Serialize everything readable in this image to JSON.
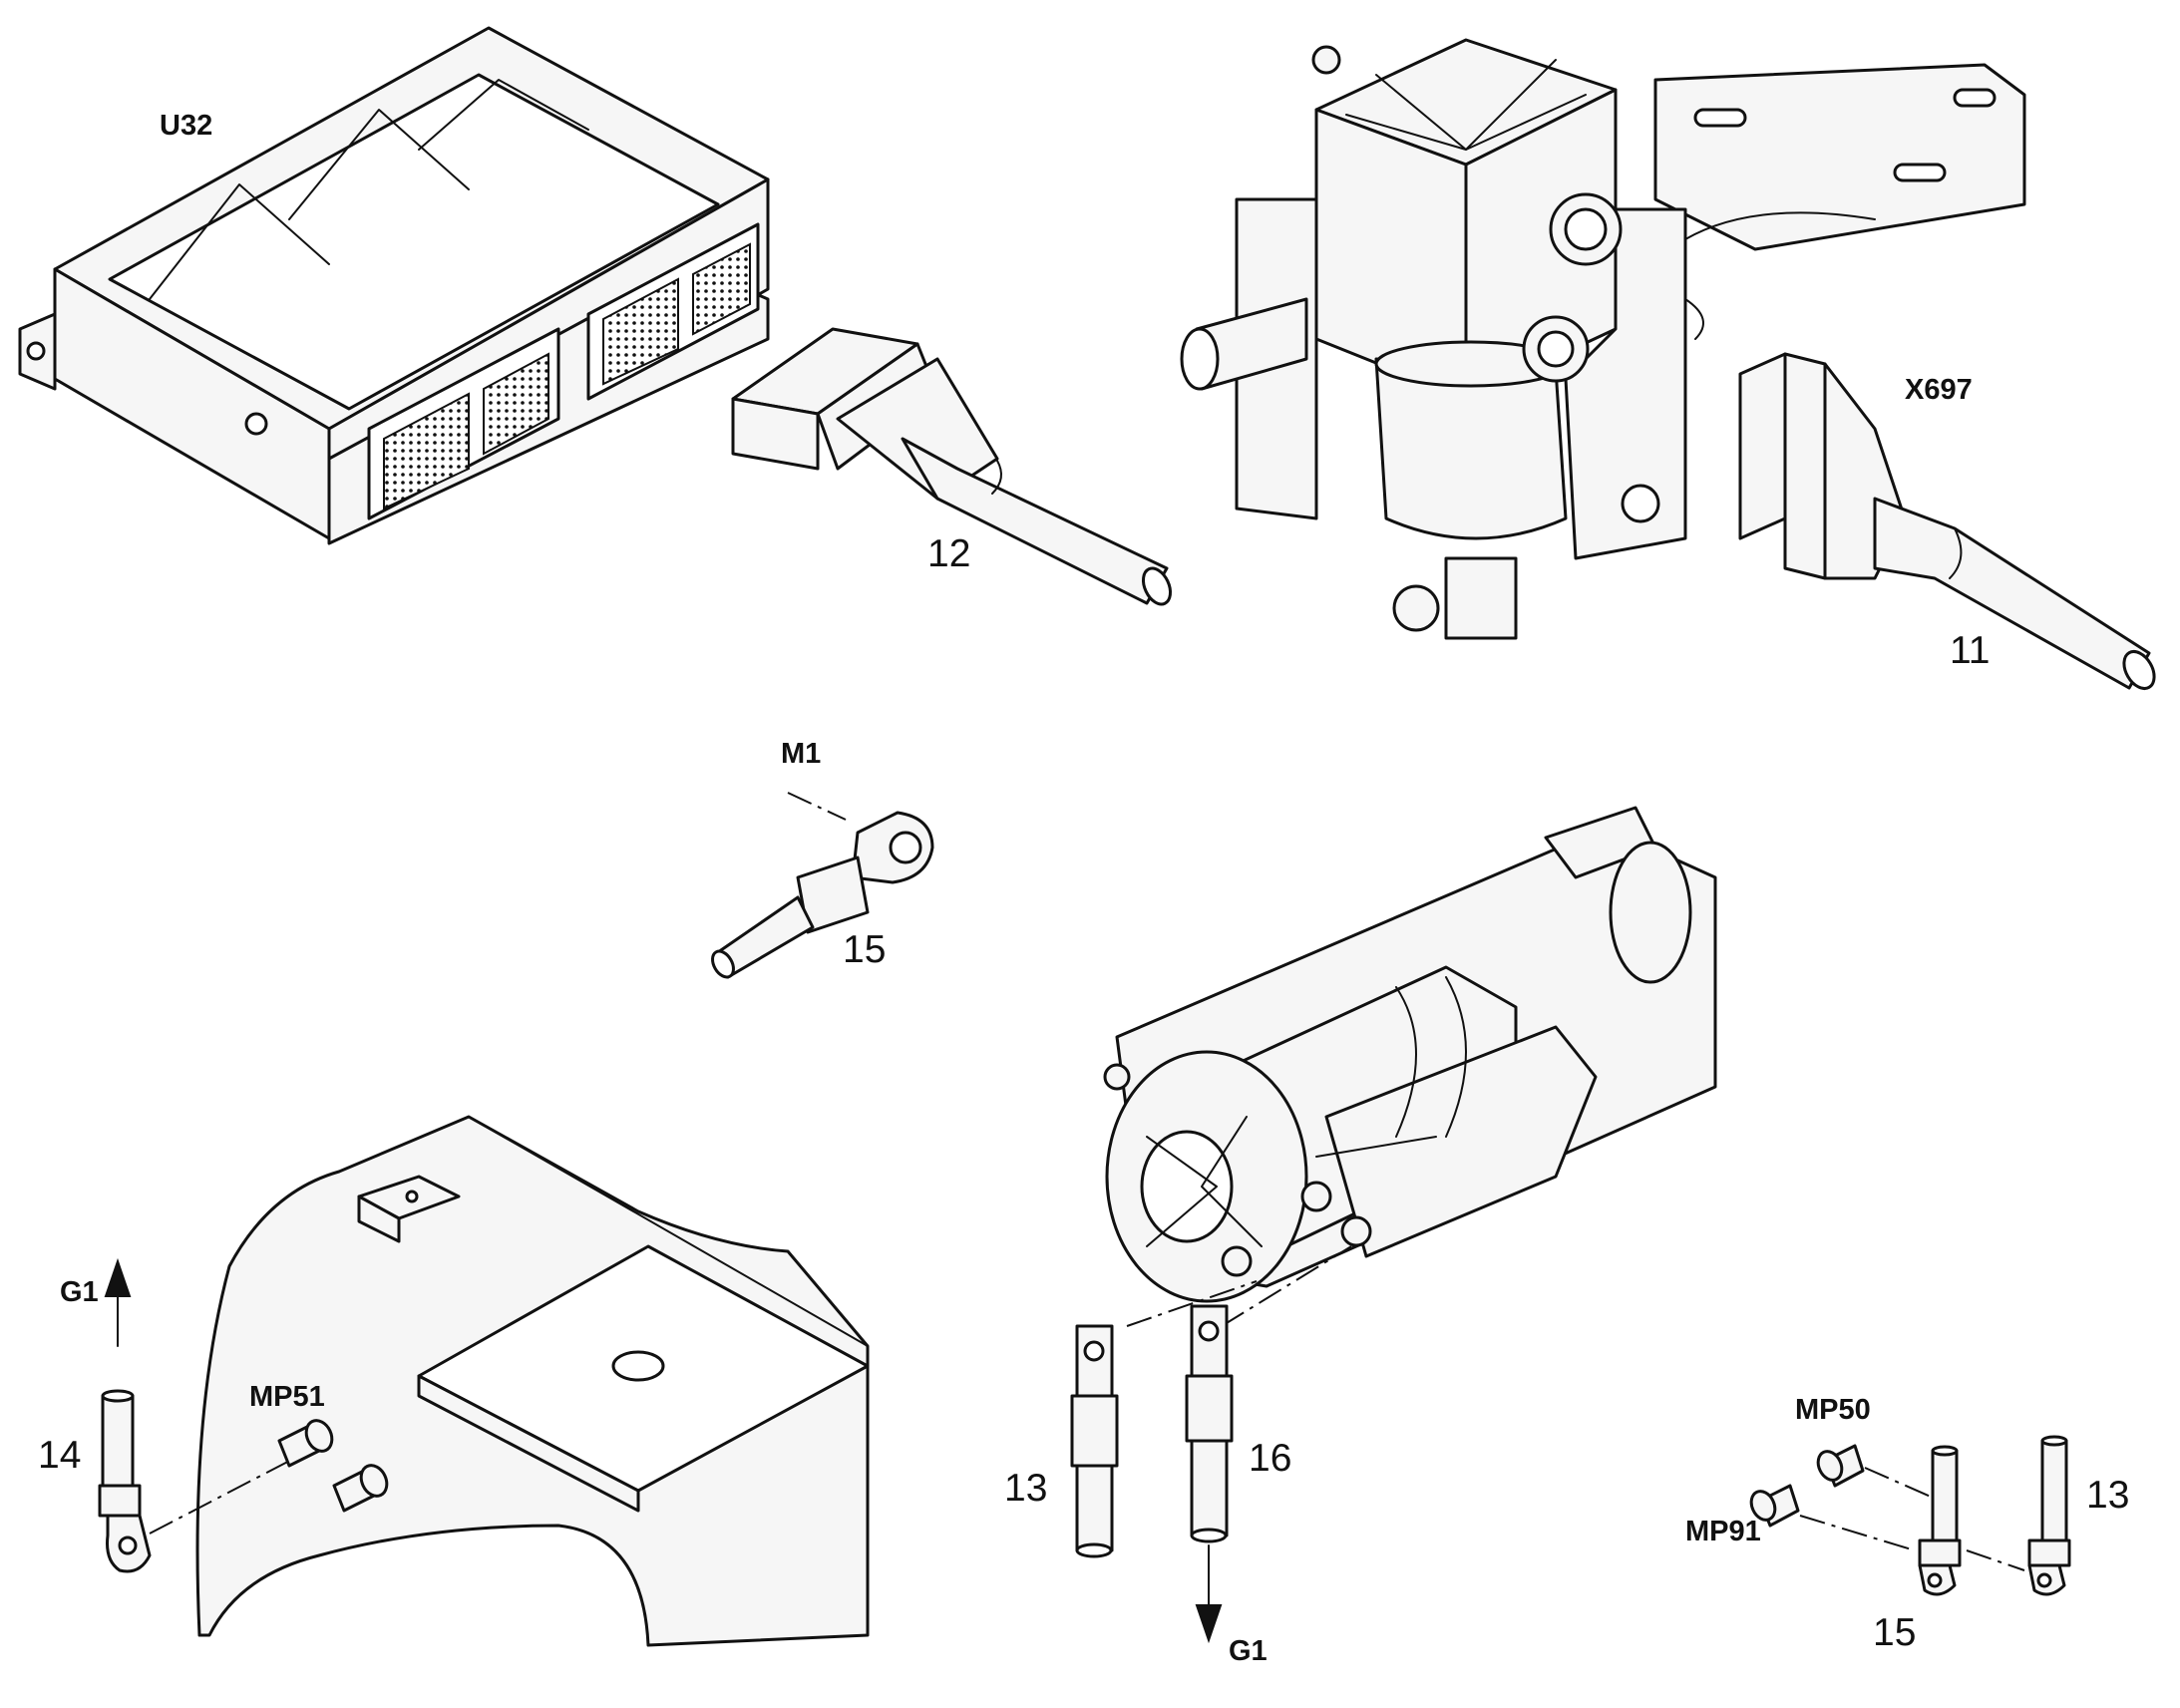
{
  "labels": {
    "u32": "U32",
    "x697": "X697",
    "m1": "M1",
    "g1_left": "G1",
    "g1_bottom": "G1",
    "mp51": "MP51",
    "mp50": "MP50",
    "mp91": "MP91",
    "n12": "12",
    "n11": "11",
    "n15_top": "15",
    "n14": "14",
    "n13_mid": "13",
    "n16": "16",
    "n13_right": "13",
    "n15_bottom": "15"
  },
  "colors": {
    "line": "#111111",
    "part_fill": "#f6f6f6",
    "background": "#ffffff"
  }
}
